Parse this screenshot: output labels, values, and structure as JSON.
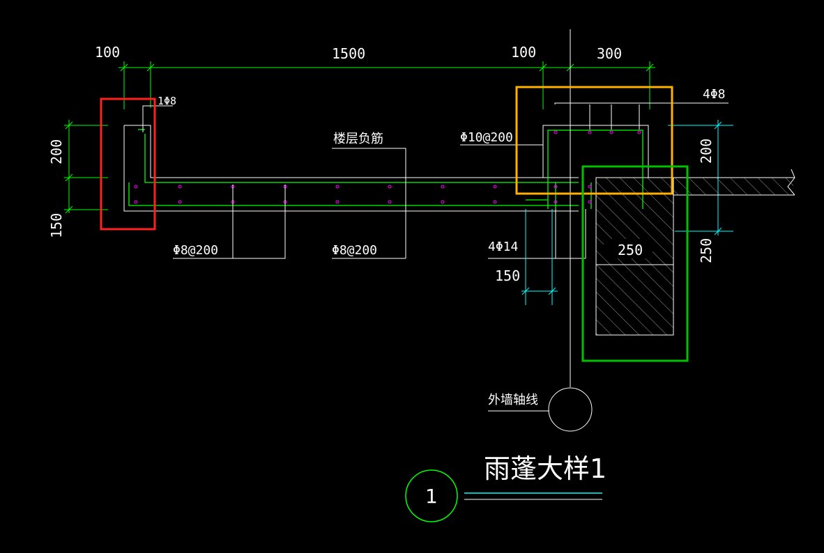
{
  "colors": {
    "background": "#000000",
    "dimension": "#00ff00",
    "outline": "#ffffff",
    "rebar": "#00ff00",
    "stirrup_dot": "#ff00ff",
    "cyan": "#00ffff",
    "highlight_red": "#ff2020",
    "highlight_orange": "#ffb000",
    "highlight_green": "#00c000"
  },
  "dimensions": {
    "top_100_left": "100",
    "top_1500": "1500",
    "top_100_right": "100",
    "top_300": "300",
    "left_200": "200",
    "left_150": "150",
    "right_200": "200",
    "right_250": "250",
    "beam_width_250": "250",
    "offset_150": "150"
  },
  "labels": {
    "edge_rebar": "1Φ8",
    "floor_negative_rebar": "楼层负筋",
    "beam_stirrup": "Φ10@200",
    "beam_top_rebar": "4Φ8",
    "slab_bottom_left": "Φ8@200",
    "slab_bottom_mid": "Φ8@200",
    "beam_bottom_rebar": "4Φ14",
    "outer_wall_axis": "外墙轴线"
  },
  "title": {
    "text": "雨蓬大样1",
    "index": "1"
  }
}
